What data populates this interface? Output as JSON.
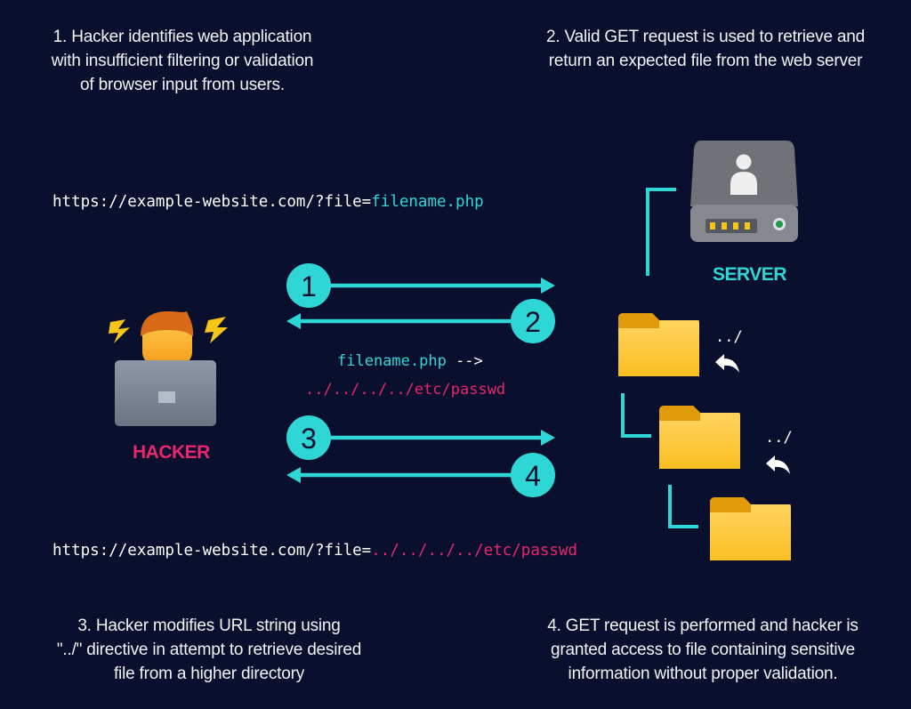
{
  "colors": {
    "background": "#0a0f2e",
    "accent_cyan": "#2ed6d6",
    "accent_pink": "#e8266e",
    "text": "#f2f4f8",
    "folder": "#fcc93a",
    "server_body": "#6f7378"
  },
  "captions": {
    "step1": [
      "1. Hacker identifies web application",
      "with insufficient filtering or validation",
      "of browser input from users."
    ],
    "step2": [
      "2. Valid GET request is used to retrieve and",
      "return an expected file from the web server"
    ],
    "step3": [
      "3. Hacker modifies URL string using",
      "\"../\" directive in attempt to retrieve desired",
      "file from a higher directory"
    ],
    "step4": [
      "4. GET request is performed and hacker is",
      "granted access to file containing sensitive",
      "information without proper validation."
    ]
  },
  "urls": {
    "valid": {
      "base": "https://example-website.com/?file=",
      "param": "filename.php"
    },
    "malicious": {
      "base": "https://example-website.com/?file=",
      "param": "../../../../etc/passwd"
    }
  },
  "transform": {
    "from": "filename.php",
    "arrow": " -->",
    "to": "../../../../etc/passwd"
  },
  "steps": [
    {
      "number": "1",
      "direction": "right"
    },
    {
      "number": "2",
      "direction": "left"
    },
    {
      "number": "3",
      "direction": "right"
    },
    {
      "number": "4",
      "direction": "left"
    }
  ],
  "actors": {
    "hacker": {
      "label": "HACKER",
      "icon": "hacker-laptop-icon"
    },
    "server": {
      "label": "SERVER",
      "icon": "server-drive-icon"
    }
  },
  "directory_tree": {
    "folders": 3,
    "traversal_label": "../",
    "traversal_icon": "reply-arrow-icon"
  }
}
